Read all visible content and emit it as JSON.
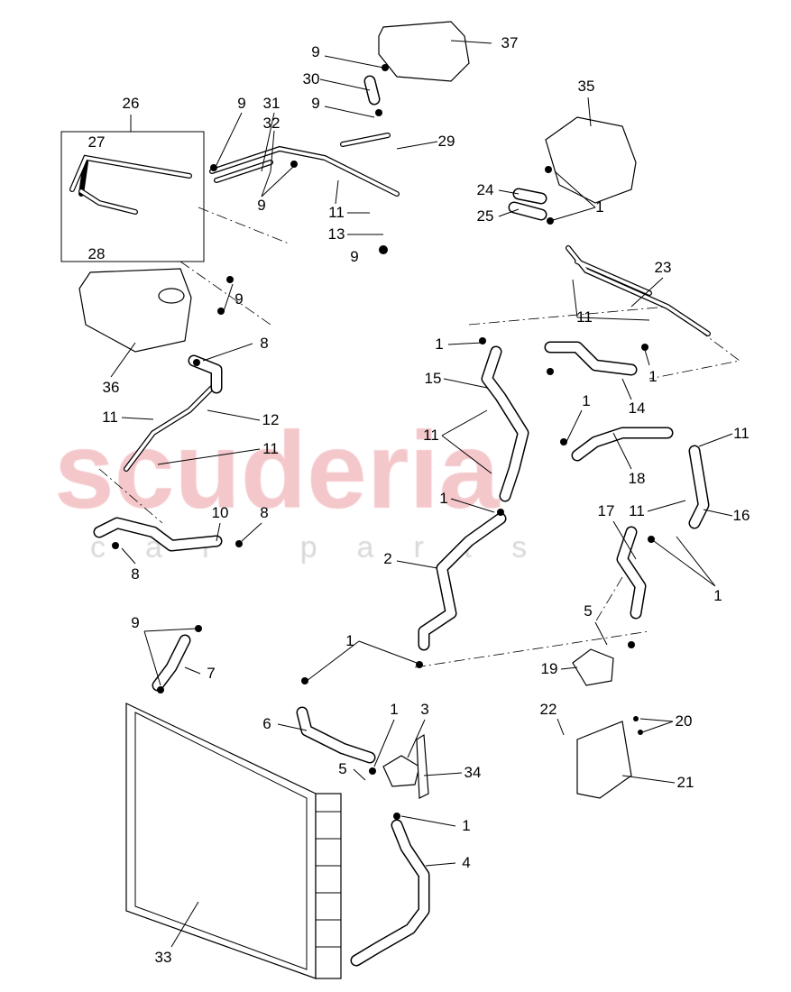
{
  "watermark": {
    "line1": "scuderia",
    "line2": "car parts",
    "color": "#f4c7cb"
  },
  "labels": [
    "37",
    "9",
    "30",
    "9",
    "29",
    "35",
    "26",
    "27",
    "9",
    "31",
    "32",
    "9",
    "11",
    "13",
    "9",
    "28",
    "24",
    "25",
    "1",
    "23",
    "9",
    "11",
    "8",
    "36",
    "1",
    "15",
    "1",
    "14",
    "1",
    "11",
    "12",
    "11",
    "11",
    "18",
    "11",
    "1",
    "17",
    "11",
    "16",
    "10",
    "8",
    "8",
    "2",
    "1",
    "9",
    "7",
    "1",
    "5",
    "19",
    "6",
    "1",
    "3",
    "22",
    "20",
    "5",
    "34",
    "21",
    "1",
    "4",
    "33"
  ]
}
